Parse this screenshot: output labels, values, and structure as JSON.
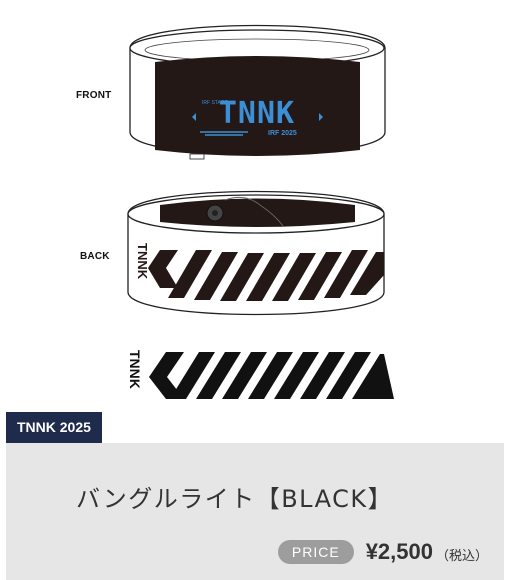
{
  "labels": {
    "front": "FRONT",
    "back": "BACK"
  },
  "logo": {
    "brand": "TNNK",
    "subtitle": "IRF 2025"
  },
  "tag": "TNNK 2025",
  "product": {
    "title": "バングルライト【BLACK】",
    "price_label": "PRICE",
    "price": "¥2,500",
    "tax_note": "（税込）"
  },
  "colors": {
    "tag_bg": "#1f2b4d",
    "panel_bg": "#e6e6e6",
    "price_badge_bg": "#9d9d9d",
    "logo_blue": "#3b8fd6",
    "band_black": "#231815"
  }
}
